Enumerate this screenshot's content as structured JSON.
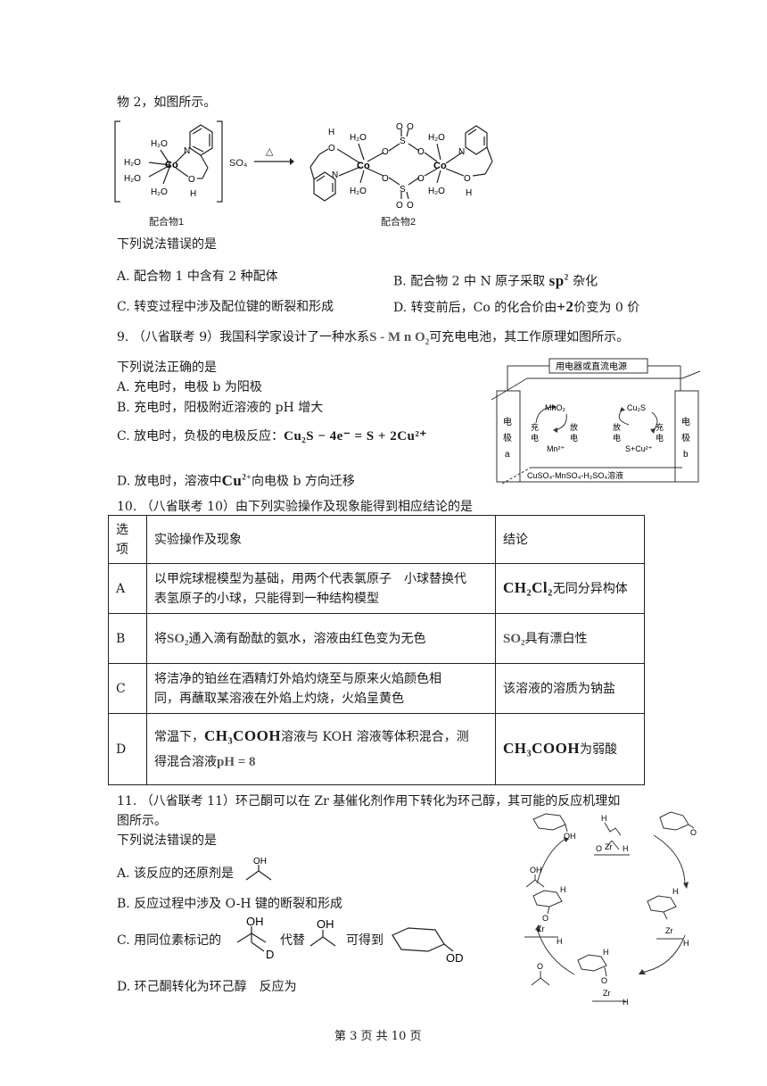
{
  "intro_line": "物 2，如图所示。",
  "q8": {
    "complex1_label": "配合物1",
    "complex2_label": "配合物2",
    "heat_symbol": "△",
    "stem": "下列说法错误的是",
    "options": {
      "A": "A. 配合物 1 中含有 2 种配体",
      "B_pre": "B. 配合物 2 中 N 原子采取",
      "B_formula": "sp",
      "B_sup": "2",
      "B_post": "杂化",
      "C": "C. 转变过程中涉及配位键的断裂和形成",
      "D_pre": "D. 转变前后，Co 的化合价由",
      "D_formula": "+2",
      "D_post": "价变为 0 价"
    },
    "atoms": {
      "co": "Co",
      "h2o": "H₂O",
      "n": "N",
      "o": "O",
      "s": "S",
      "h": "H",
      "so4": "SO₄"
    }
  },
  "q9": {
    "title_pre": "9. （八省联考 9）我国科学家设计了一种水系",
    "title_formula": "S - M n O",
    "title_sub": "2",
    "title_post": "可充电电池，其工作原理如图所示。",
    "stem": "下列说法正确的是",
    "options": {
      "A": "A. 充电时，电极 b 为阳极",
      "B": "B. 充电时，阳极附近溶液的 pH 增大",
      "C_pre": "C. 放电时，负极的电极反应：",
      "C_formula": "Cu₂S − 4e⁻ = S + 2Cu²⁺",
      "D_pre": "D. 放电时，溶液中",
      "D_formula": "Cu",
      "D_sup": "2+",
      "D_post": "向电极 b 方向迁移"
    },
    "diagram": {
      "power_label": "用电器或直流电源",
      "left_electrode": [
        "电",
        "极",
        "a"
      ],
      "right_electrode": [
        "电",
        "极",
        "b"
      ],
      "charge": [
        "充",
        "电"
      ],
      "discharge": [
        "放",
        "电"
      ],
      "mno2": "MnO₂",
      "mn2": "Mn²⁺",
      "cu2s": "Cu₂S",
      "s_cu": "S+Cu²⁺",
      "solution": "CuSO₄-MnSO₄-H₂SO₄溶液"
    }
  },
  "q10": {
    "title": "10. （八省联考 10）由下列实验操作及现象能得到相应结论的是",
    "headers": {
      "option": [
        "选",
        "项"
      ],
      "operation": "实验操作及现象",
      "conclusion": "结论"
    },
    "rows": [
      {
        "option": "A",
        "op_lines": [
          "以甲烷球棍模型为基础，用两个代表氯原子　小球替换代",
          "表氢原子的小球，只能得到一种结构模型"
        ],
        "conc_formula": "CH₂Cl₂",
        "conc_text": "无同分异构体"
      },
      {
        "option": "B",
        "op_pre": "将",
        "op_formula": "SO₂",
        "op_post": "通入滴有酚酞的氨水，溶液由红色变为无色",
        "conc_formula": "SO₂",
        "conc_text": "具有漂白性"
      },
      {
        "option": "C",
        "op_lines": [
          "将洁净的铂丝在酒精灯外焰灼烧至与原来火焰颜色相",
          "同，再蘸取某溶液在外焰上灼烧，火焰呈黄色"
        ],
        "conc_text": "该溶液的溶质为钠盐"
      },
      {
        "option": "D",
        "op_pre": "常温下，",
        "op_formula": "CH₃COOH",
        "op_post": "溶液与 KOH 溶液等体积混合，测",
        "op_line2_pre": "得混合溶液",
        "op_line2_formula": "pH = 8",
        "conc_formula": "CH₃COOH",
        "conc_text": "为弱酸"
      }
    ]
  },
  "q11": {
    "title_line1": "11. （八省联考 11）环己酮可以在 Zr 基催化剂作用下转化为环己醇，其可能的反应机理如",
    "title_line2": "图所示。",
    "stem": "下列说法错误的是",
    "options": {
      "A": "A. 该反应的还原剂是",
      "B": "B. 反应过程中涉及 O-H 键的断裂和形成",
      "C_pre": "C. 用同位素标记的",
      "C_mid": "代替",
      "C_post": "可得到",
      "D": "D. 环己酮转化为环己醇　反应为"
    },
    "atoms": {
      "oh": "OH",
      "d": "D",
      "od": "OD",
      "o": "O",
      "zr": "Zr",
      "h": "H"
    }
  },
  "footer": "第 3 页 共 10 页"
}
